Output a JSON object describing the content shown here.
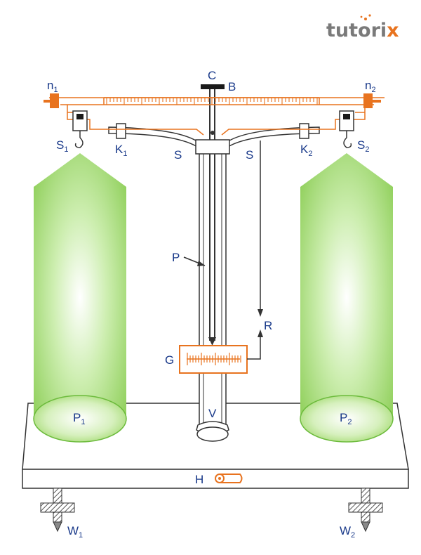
{
  "brand": {
    "text": "tutori",
    "x_letter": "x"
  },
  "labels": {
    "n1": {
      "main": "n",
      "sub": "1"
    },
    "n2": {
      "main": "n",
      "sub": "2"
    },
    "C": {
      "main": "C"
    },
    "B": {
      "main": "B"
    },
    "S1": {
      "main": "S",
      "sub": "1"
    },
    "S2": {
      "main": "S",
      "sub": "2"
    },
    "K1": {
      "main": "K",
      "sub": "1"
    },
    "K2": {
      "main": "K",
      "sub": "2"
    },
    "S_left": {
      "main": "S"
    },
    "S_right": {
      "main": "S"
    },
    "P": {
      "main": "P"
    },
    "R": {
      "main": "R"
    },
    "G": {
      "main": "G"
    },
    "V": {
      "main": "V"
    },
    "P1": {
      "main": "P",
      "sub": "1"
    },
    "P2": {
      "main": "P",
      "sub": "2"
    },
    "H": {
      "main": "H"
    },
    "W1": {
      "main": "W",
      "sub": "1"
    },
    "W2": {
      "main": "W",
      "sub": "2"
    }
  },
  "colors": {
    "label": "#1a3a8a",
    "beam": "#e8731f",
    "cylinder": "#9fd86a",
    "line": "#333333"
  }
}
